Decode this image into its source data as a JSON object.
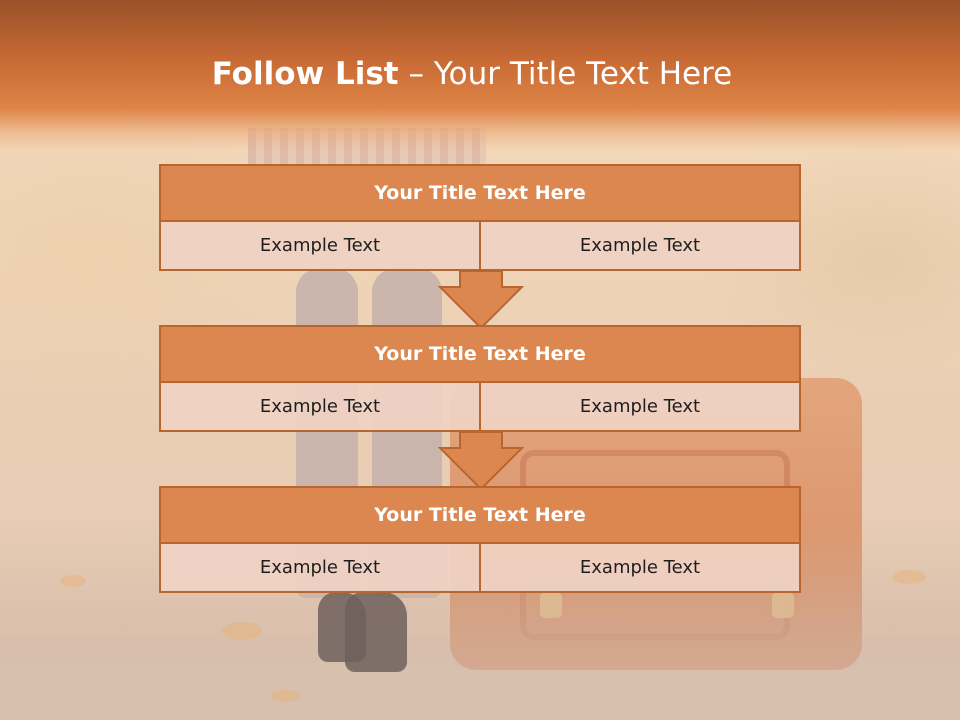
{
  "slide": {
    "title_bold": "Follow List",
    "title_rest": " – Your Title Text Here"
  },
  "list": [
    {
      "title": "Your Title Text Here",
      "left": "Example Text",
      "right": "Example Text"
    },
    {
      "title": "Your Title Text Here",
      "left": "Example Text",
      "right": "Example Text"
    },
    {
      "title": "Your Title Text Here",
      "left": "Example Text",
      "right": "Example Text"
    }
  ],
  "colors": {
    "header": "#c86a34",
    "block_title": "#db874f",
    "border": "#b9652f",
    "cell_bg": "#f0d2c4",
    "arrow": "#db874f"
  }
}
